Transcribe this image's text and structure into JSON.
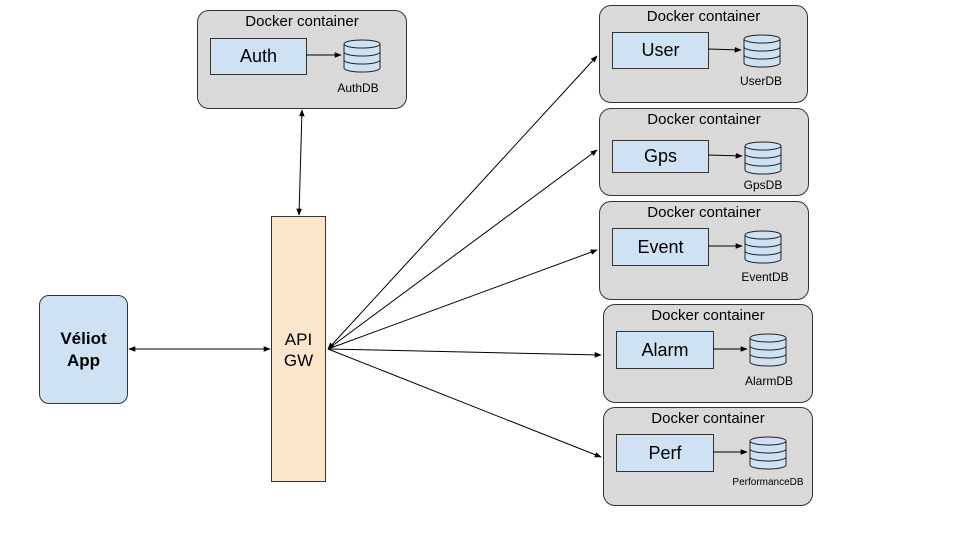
{
  "app": {
    "label": "Véliot\nApp"
  },
  "gateway": {
    "label": "API\nGW"
  },
  "containers": [
    {
      "title": "Docker container",
      "service": "Auth",
      "db": "AuthDB"
    },
    {
      "title": "Docker container",
      "service": "User",
      "db": "UserDB"
    },
    {
      "title": "Docker container",
      "service": "Gps",
      "db": "GpsDB"
    },
    {
      "title": "Docker container",
      "service": "Event",
      "db": "EventDB"
    },
    {
      "title": "Docker container",
      "service": "Alarm",
      "db": "AlarmDB"
    },
    {
      "title": "Docker container",
      "service": "Perf",
      "db": "PerformanceDB"
    }
  ],
  "colors": {
    "container": "#d9d9d9",
    "service": "#cfe2f3",
    "gateway": "#fce5cd",
    "app": "#cfe2f3"
  }
}
